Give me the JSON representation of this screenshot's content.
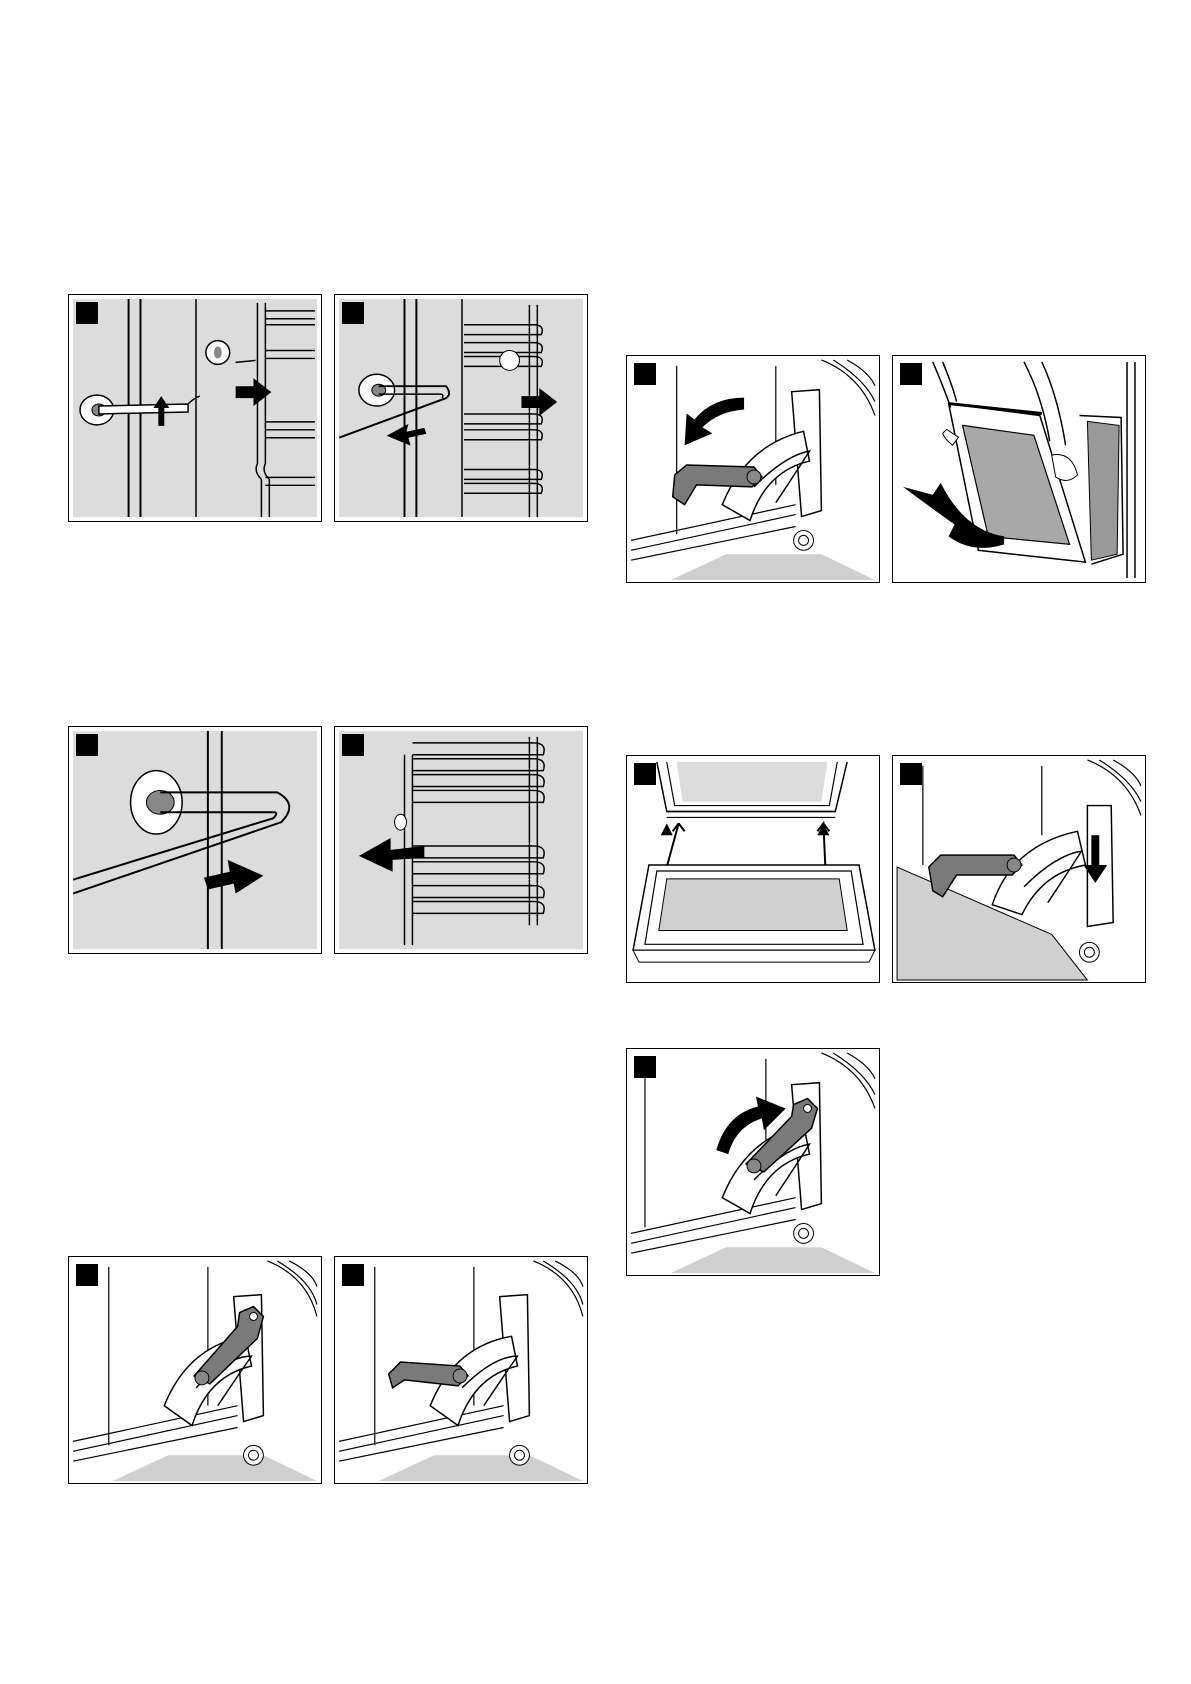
{
  "page": {
    "type": "instruction-figure-sheet"
  },
  "figures": [
    {
      "id": "rack-1",
      "marker": "black-square",
      "icon": "rack-hook-lift-icon"
    },
    {
      "id": "rack-2",
      "marker": "black-square",
      "icon": "rack-hook-pull-icon"
    },
    {
      "id": "rack-3",
      "marker": "black-square",
      "icon": "rack-hook-insert-icon"
    },
    {
      "id": "rack-4",
      "marker": "black-square",
      "icon": "rack-attach-icon"
    },
    {
      "id": "hinge-1",
      "marker": "black-square",
      "icon": "hinge-lever-up-icon"
    },
    {
      "id": "hinge-2",
      "marker": "black-square",
      "icon": "hinge-lever-flat-icon"
    },
    {
      "id": "door-1",
      "marker": "black-square",
      "icon": "lever-fold-down-icon"
    },
    {
      "id": "door-2",
      "marker": "black-square",
      "icon": "door-remove-icon"
    },
    {
      "id": "door-3",
      "marker": "black-square",
      "icon": "door-glass-insert-icon"
    },
    {
      "id": "door-4",
      "marker": "black-square",
      "icon": "hinge-push-down-icon"
    },
    {
      "id": "door-5",
      "marker": "black-square",
      "icon": "lever-fold-up-icon"
    }
  ],
  "colors": {
    "panel_fill": "#dcdcdc",
    "lever": "#7a7a7a",
    "line": "#000000",
    "arrow": "#000000"
  }
}
